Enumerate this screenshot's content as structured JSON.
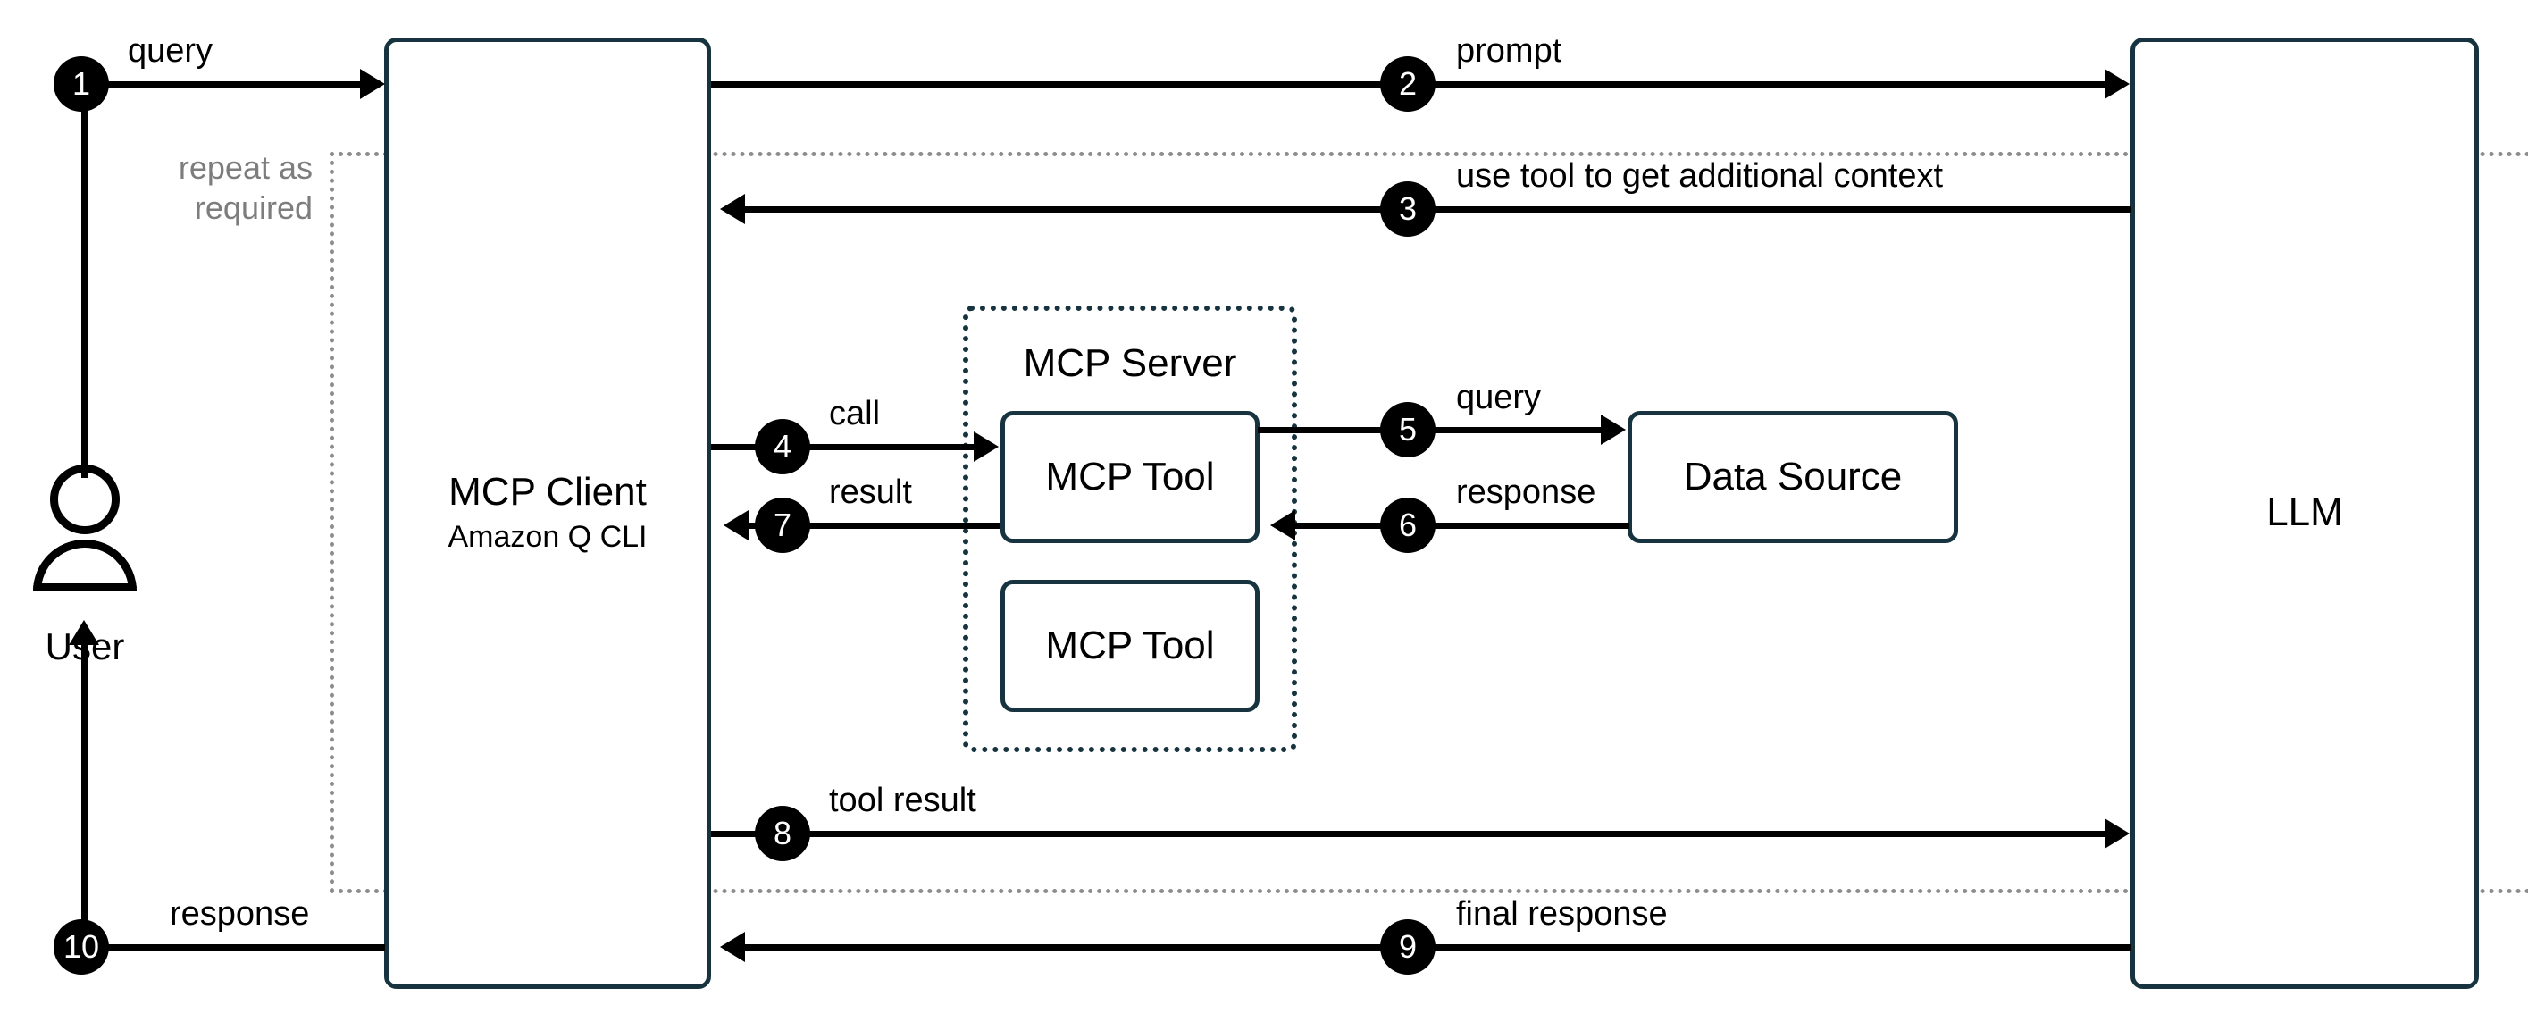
{
  "diagram": {
    "title": "MCP Client / LLM / MCP Server interaction flow",
    "colors": {
      "box_border": "#16333f",
      "connector": "#000000",
      "repeat_region_border": "#8d8d8d",
      "repeat_label_text": "#7d7d7d",
      "marker_fill": "#000000",
      "marker_text": "#ffffff",
      "background": "#ffffff"
    }
  },
  "actor": {
    "label": "User",
    "icon": "user-actor-icon"
  },
  "nodes": {
    "mcp_client": {
      "title": "MCP Client",
      "subtitle": "Amazon Q CLI"
    },
    "mcp_server": {
      "label": "MCP Server",
      "tools": [
        {
          "label": "MCP Tool"
        },
        {
          "label": "MCP Tool"
        }
      ]
    },
    "data_source": {
      "label": "Data Source"
    },
    "llm": {
      "label": "LLM"
    }
  },
  "repeat_region": {
    "label": "repeat as\nrequired"
  },
  "flows": [
    {
      "number": "1",
      "label": "query",
      "from": "User",
      "to": "MCP Client"
    },
    {
      "number": "2",
      "label": "prompt",
      "from": "MCP Client",
      "to": "LLM"
    },
    {
      "number": "3",
      "label": "use tool to get additional context",
      "from": "LLM",
      "to": "MCP Client"
    },
    {
      "number": "4",
      "label": "call",
      "from": "MCP Client",
      "to": "MCP Tool"
    },
    {
      "number": "5",
      "label": "query",
      "from": "MCP Tool",
      "to": "Data Source"
    },
    {
      "number": "6",
      "label": "response",
      "from": "Data Source",
      "to": "MCP Tool"
    },
    {
      "number": "7",
      "label": "result",
      "from": "MCP Tool",
      "to": "MCP Client"
    },
    {
      "number": "8",
      "label": "tool result",
      "from": "MCP Client",
      "to": "LLM"
    },
    {
      "number": "9",
      "label": "final response",
      "from": "LLM",
      "to": "MCP Client"
    },
    {
      "number": "10",
      "label": "response",
      "from": "MCP Client",
      "to": "User"
    }
  ]
}
